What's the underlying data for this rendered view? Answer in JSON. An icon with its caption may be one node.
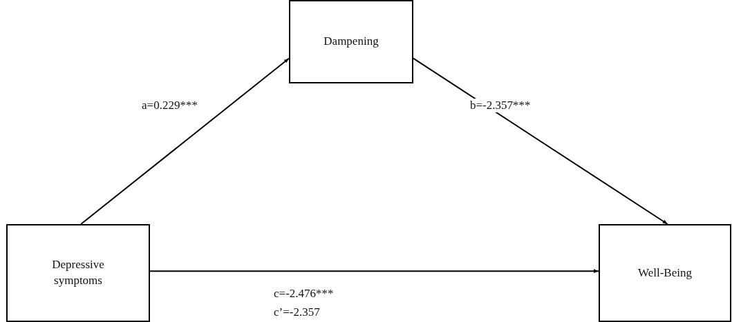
{
  "diagram": {
    "nodes": [
      {
        "text": [
          "Dampening"
        ]
      },
      {
        "text": [
          "Depressive symptoms"
        ]
      },
      {
        "text": [
          "Well-Being"
        ]
      }
    ],
    "edges": [
      {
        "from": 1,
        "to": 0,
        "arrow": "to",
        "label": "a=0.229***"
      },
      {
        "from": 0,
        "to": 2,
        "arrow": "to",
        "label": "b=-2.357***"
      },
      {
        "from": 1,
        "to": 2,
        "arrow": "to",
        "label": "c=-2.476***"
      }
    ],
    "labels": [
      "c’=-2.357"
    ]
  }
}
